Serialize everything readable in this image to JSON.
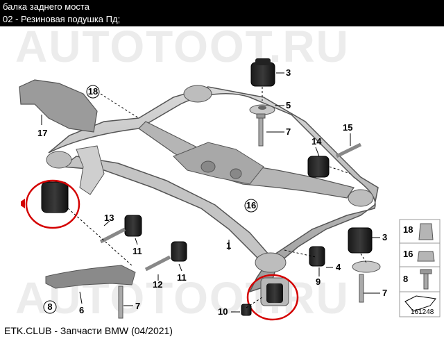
{
  "header": {
    "title": "балка заднего моста",
    "subtitle": "02 - Резиновая подушка Пд;"
  },
  "watermark": "AUTOTOOT.RU",
  "callouts": {
    "c1": "1",
    "c3a": "3",
    "c3b": "3",
    "c4": "4",
    "c5": "5",
    "c6": "6",
    "c7a": "7",
    "c7b": "7",
    "c7c": "7",
    "c8": "8",
    "c9": "9",
    "c10": "10",
    "c11a": "11",
    "c11b": "11",
    "c12": "12",
    "c13": "13",
    "c14": "14",
    "c15": "15",
    "c16": "16",
    "c17": "17",
    "c18": "18"
  },
  "legend": {
    "l18": "18",
    "l16": "16",
    "l8": "8"
  },
  "figure_id": "161248",
  "footer": "ETK.CLUB - Запчасти BMW (04/2021)",
  "highlight_color": "#d40000"
}
